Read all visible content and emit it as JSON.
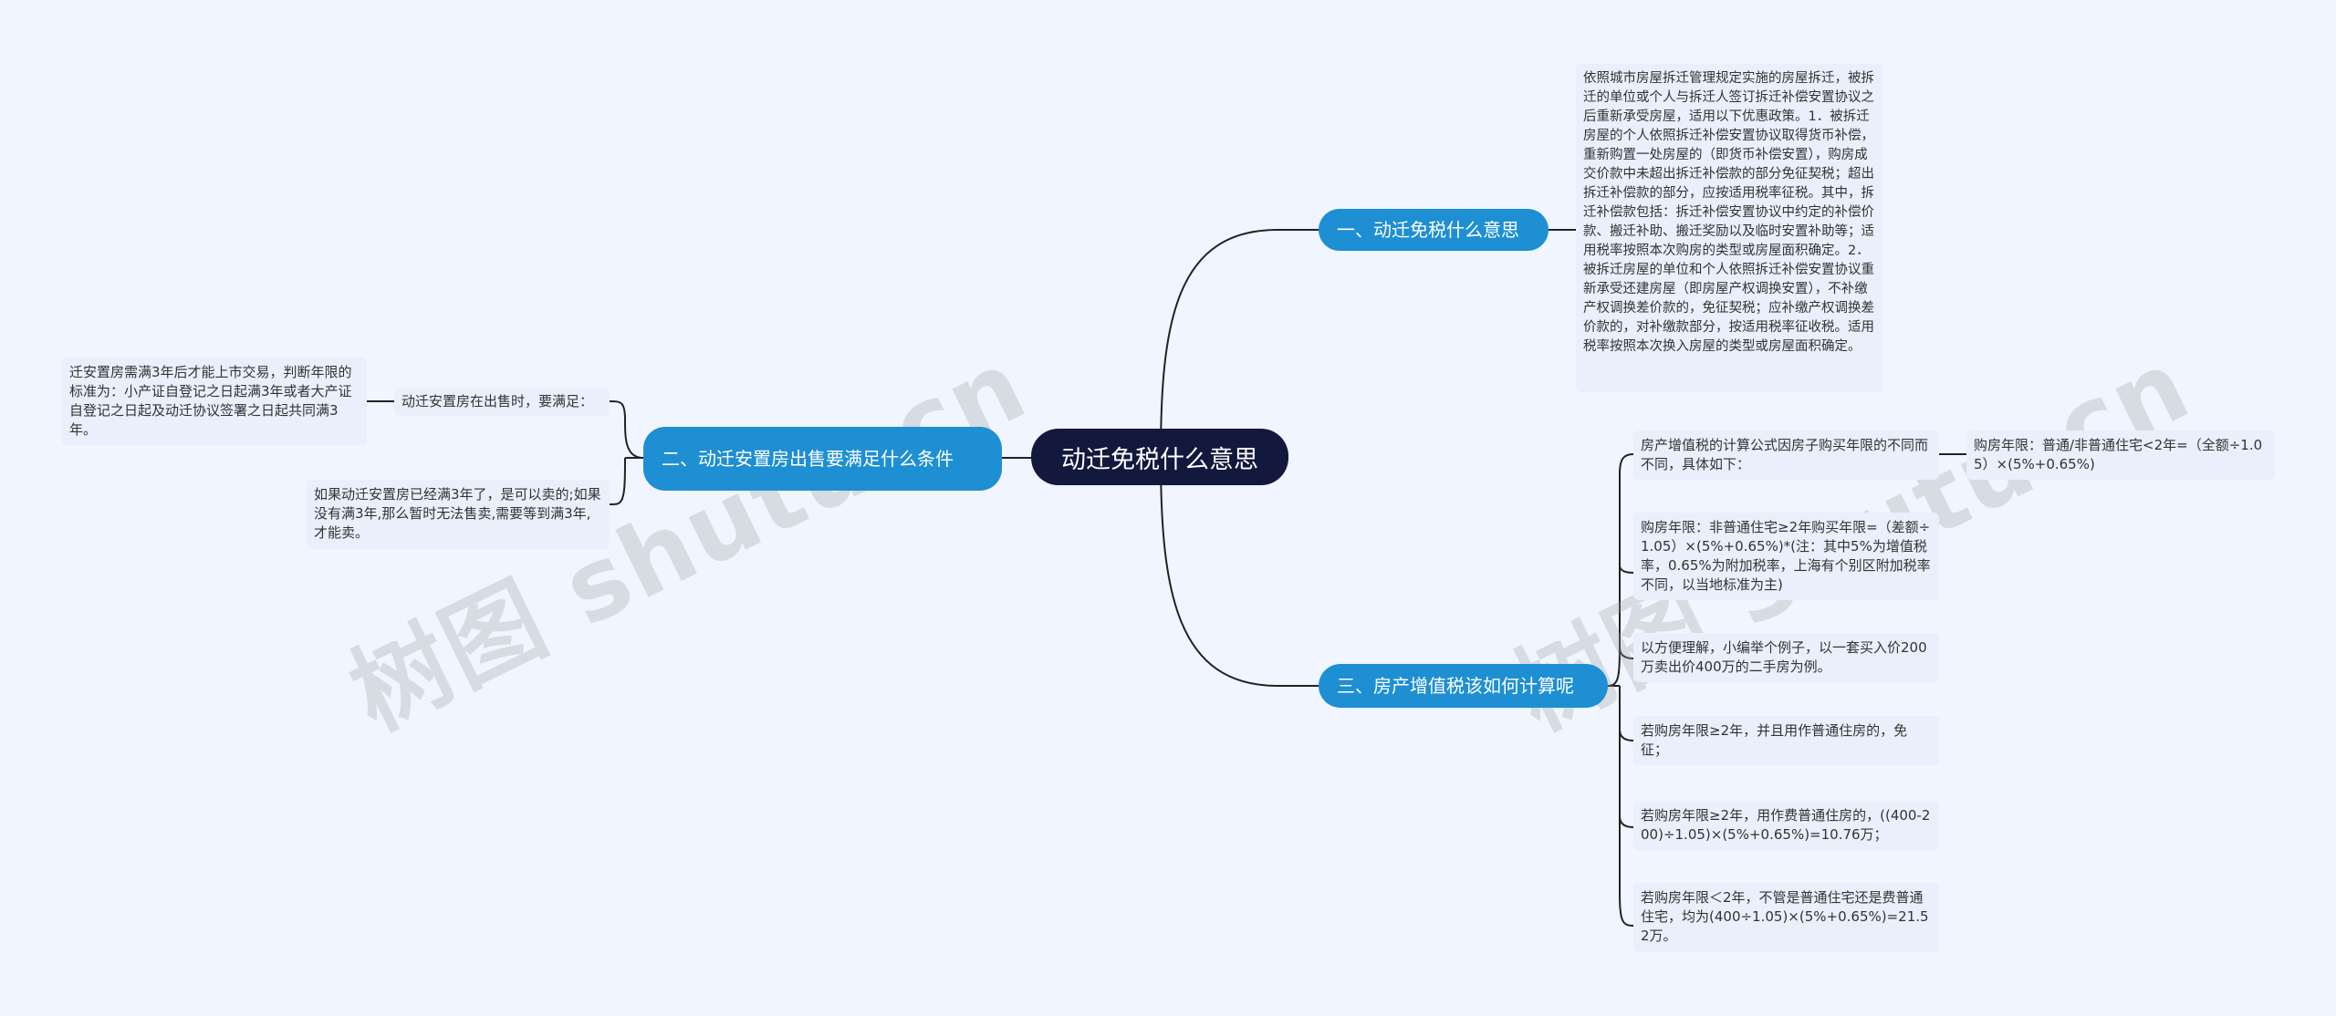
{
  "root": {
    "label": "动迁免税什么意思"
  },
  "branch1": {
    "label": "一、动迁免税什么意思",
    "leaf": "依照城市房屋拆迁管理规定实施的房屋拆迁，被拆迁的单位或个人与拆迁人签订拆迁补偿安置协议之后重新承受房屋，适用以下优惠政策。1．被拆迁房屋的个人依照拆迁补偿安置协议取得货币补偿，重新购置一处房屋的（即货币补偿安置），购房成交价款中未超出拆迁补偿款的部分免征契税；超出拆迁补偿款的部分，应按适用税率征税。其中，拆迁补偿款包括：拆迁补偿安置协议中约定的补偿价款、搬迁补助、搬迁奖励以及临时安置补助等；适用税率按照本次购房的类型或房屋面积确定。2．被拆迁房屋的单位和个人依照拆迁补偿安置协议重新承受还建房屋（即房屋产权调换安置），不补缴产权调换差价款的，免征契税；应补缴产权调换差价款的，对补缴款部分，按适用税率征收税。适用税率按照本次换入房屋的类型或房屋面积确定。"
  },
  "branch2": {
    "label": "二、动迁安置房出售要满足什么条件",
    "sub": "动迁安置房在出售时，要满足：",
    "sub_leaf": "迁安置房需满3年后才能上市交易，判断年限的标准为：小产证自登记之日起满3年或者大产证自登记之日起及动迁协议签署之日起共同满3年。",
    "leaf2": "如果动迁安置房已经满3年了，是可以卖的;如果没有满3年,那么暂时无法售卖,需要等到满3年,才能卖。"
  },
  "branch3": {
    "label": "三、房产增值税该如何计算呢",
    "leaves": [
      "房产增值税的计算公式因房子购买年限的不同而不同，具体如下：",
      "购房年限：非普通住宅≥2年购买年限=（差额÷1.05）×(5%+0.65%)*(注：其中5%为增值税率，0.65%为附加税率，上海有个别区附加税率不同，以当地标准为主)",
      "以方便理解，小编举个例子，以一套买入价200万卖出价400万的二手房为例。",
      "若购房年限≥2年，并且用作普通住房的，免征；",
      "若购房年限≥2年，用作费普通住房的，((400-200)÷1.05)×(5%+0.65%)=10.76万；",
      "若购房年限＜2年，不管是普通住宅还是费普通住宅，均为(400÷1.05)×(5%+0.65%)=21.52万。"
    ],
    "sub_leaf": "购房年限：普通/非普通住宅<2年=（全额÷1.05）×(5%+0.65%)"
  },
  "watermarks": [
    "树图 shutu.cn",
    "树图 shutu.cn"
  ],
  "colors": {
    "background": "#f0f5ff",
    "root": "#13183d",
    "branch": "#1e8fd3",
    "leaf": "#e9effb",
    "line": "#1a1a2e"
  }
}
